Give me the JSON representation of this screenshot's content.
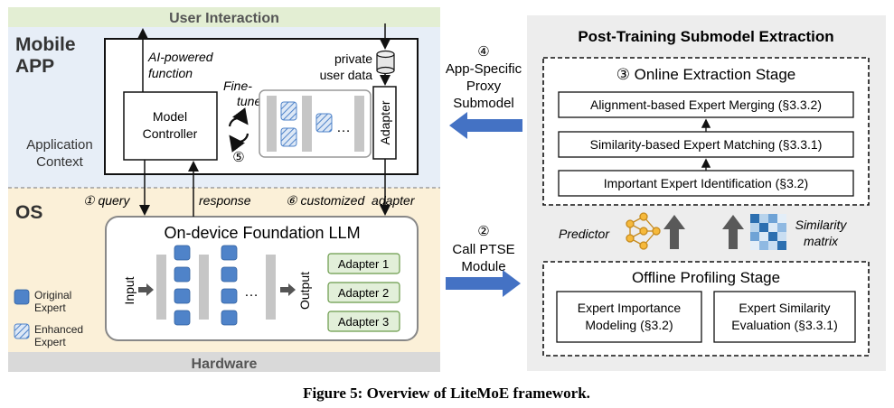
{
  "left_panel": {
    "top_band": "User Interaction",
    "mobile_app_label": [
      "Mobile",
      "APP"
    ],
    "application_context": [
      "Application",
      "Context"
    ],
    "os_label": "OS",
    "bottom_band": "Hardware",
    "ai_powered_function": [
      "AI-powered",
      "function"
    ],
    "private_user_data": [
      "private",
      "user data"
    ],
    "model_controller": [
      "Model",
      "Controller"
    ],
    "fine_tune": [
      "Fine-",
      "tune"
    ],
    "step5": "⑤",
    "ellipsis": "…",
    "adapter_vertical": "Adapter",
    "query": "① query",
    "response": "response",
    "customized_adapter": "⑥ customized  adapter",
    "llm_title": "On-device Foundation LLM",
    "input_label": "Input",
    "output_label": "Output",
    "adapters": [
      "Adapter 1",
      "Adapter 2",
      "Adapter 3"
    ],
    "legend_original": [
      "Original",
      "Expert"
    ],
    "legend_enhanced": [
      "Enhanced",
      "Expert"
    ]
  },
  "middle": {
    "proxy_label": [
      "④",
      "App-Specific",
      "Proxy",
      "Submodel"
    ],
    "call_label": [
      "②",
      "Call PTSE",
      "Module"
    ]
  },
  "right_panel": {
    "title": "Post-Training Submodel Extraction",
    "online_title": "③ Online Extraction Stage",
    "steps": [
      "Alignment-based Expert Merging (§3.3.2)",
      "Similarity-based Expert Matching (§3.3.1)",
      "Important Expert Identification (§3.2)"
    ],
    "predictor": "Predictor",
    "similarity_matrix": [
      "Similarity",
      "matrix"
    ],
    "offline_title": "Offline Profiling Stage",
    "offline_boxes": [
      [
        "Expert Importance",
        "Modeling (§3.2)"
      ],
      [
        "Expert Similarity",
        "Evaluation (§3.3.1)"
      ]
    ]
  },
  "caption": "Figure 5: Overview of LiteMoE framework.",
  "colors": {
    "user_band": "#e3eed3",
    "app_bg": "#e7eef7",
    "os_bg": "#fbf0d8",
    "hardware_band": "#d9d9d9",
    "expert_blue": "#4f83c9",
    "adapter_green": "#e2efd9",
    "arrow_blue": "#4472c4",
    "right_bg": "#ededed"
  }
}
